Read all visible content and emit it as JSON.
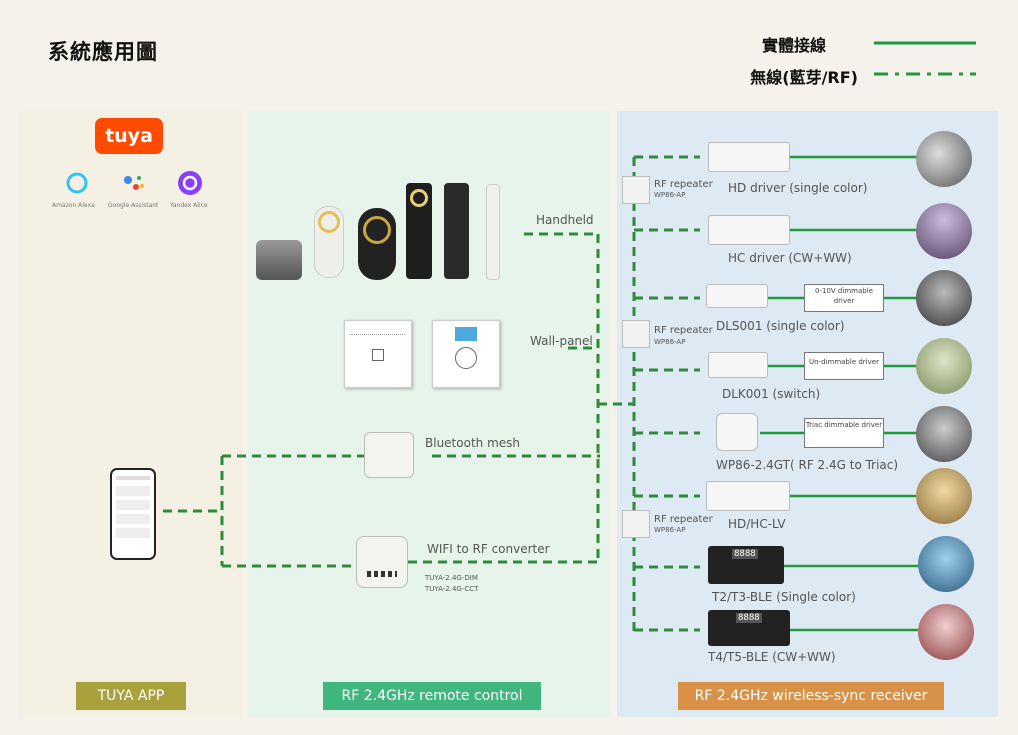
{
  "title": "系統應用圖",
  "legend": {
    "wired_label": "實體接線",
    "wireless_label": "無線(藍芽/RF)",
    "line_color": "#1f9a3c"
  },
  "panel1": {
    "logo": "tuya",
    "assistants": [
      "Amazon Alexa",
      "Google Assistant",
      "Yandex Alice"
    ],
    "tag": "TUYA APP",
    "tag_color": "#a9a23c"
  },
  "panel2": {
    "handheld_label": "Handheld",
    "wallpanel_label": "Wall-panel",
    "bluetooth_label": "Bluetooth mesh",
    "wifi_label": "WIFI to RF converter",
    "wifi_models": [
      "TUYA-2.4G-DIM",
      "TUYA-2.4G-CCT"
    ],
    "tag": "RF 2.4GHz remote control",
    "tag_color": "#3fb67d"
  },
  "panel3": {
    "repeater_label": "RF repeater",
    "repeater_model": "WP86-AP",
    "drivers": [
      {
        "label": "HD driver (single color)",
        "type": ""
      },
      {
        "label": "HC driver (CW+WW)",
        "type": ""
      },
      {
        "label": "DLS001 (single color)",
        "type": "0-10V dimmable driver"
      },
      {
        "label": "DLK001 (switch)",
        "type": "Un-dimmable driver"
      },
      {
        "label": "WP86-2.4GT( RF 2.4G to Triac)",
        "type": "Triac dimmable driver"
      },
      {
        "label": "HD/HC-LV",
        "type": ""
      },
      {
        "label": "T2/T3-BLE (Single color)",
        "type": ""
      },
      {
        "label": "T4/T5-BLE (CW+WW)",
        "type": ""
      }
    ],
    "display_digits": "8888",
    "tag": "RF 2.4GHz wireless-sync receiver",
    "tag_color": "#d99047"
  }
}
